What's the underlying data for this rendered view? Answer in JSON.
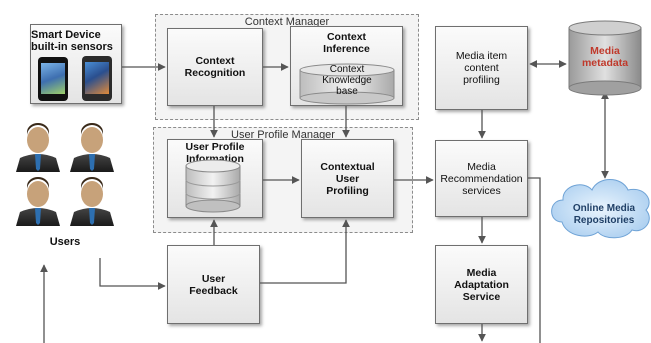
{
  "sensors": {
    "title_line1": "Smart Device",
    "title_line2": "built-in sensors"
  },
  "context_manager": {
    "title": "Context Manager",
    "recognition": "Context\nRecognition",
    "inference": "Context\nInference",
    "knowledge_base": "Context\nKnowledge\nbase"
  },
  "user_profile_manager": {
    "title": "User Profile Manager",
    "profile_info": "User Profile\nInformation",
    "contextual_profiling": "Contextual\nUser\nProfiling"
  },
  "users": {
    "label": "Users"
  },
  "feedback": {
    "label": "User\nFeedback"
  },
  "media": {
    "content_profiling": "Media item\ncontent\nprofiling",
    "recommendation": "Media\nRecommendation\nservices",
    "adaptation": "Media\nAdaptation\nService",
    "metadata": "Media\nmetadata",
    "repositories": "Online Media\nRepositories"
  }
}
